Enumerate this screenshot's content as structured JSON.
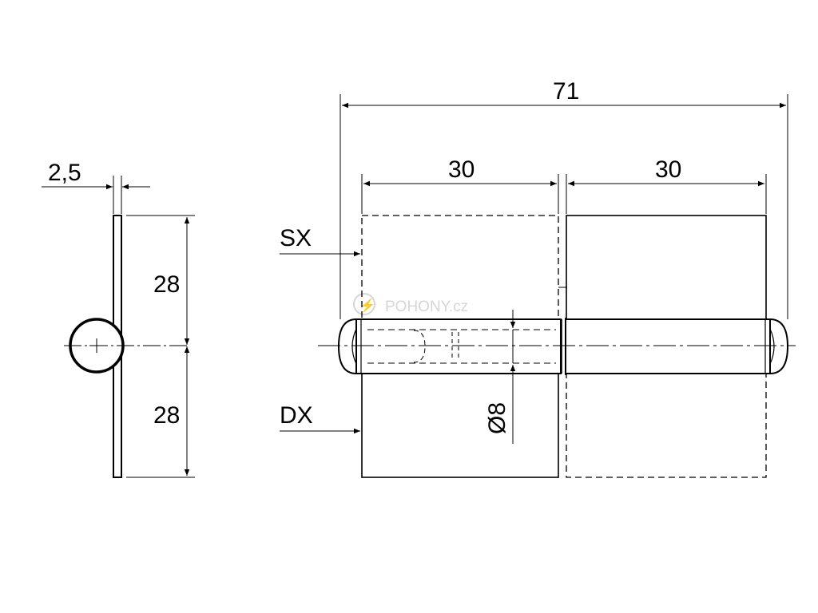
{
  "colors": {
    "line": "#000000",
    "watermark": "#d6d6d6",
    "background": "#ffffff"
  },
  "side_view": {
    "thickness_label": "2,5",
    "upper_height_label": "28",
    "lower_height_label": "28"
  },
  "front_view": {
    "overall_length_label": "71",
    "left_leaf_width_label": "30",
    "right_leaf_width_label": "30",
    "left_variant_label": "SX",
    "right_variant_label": "DX",
    "pin_diameter_label": "Ø8"
  },
  "watermark": {
    "text": "POHONY.cz"
  }
}
